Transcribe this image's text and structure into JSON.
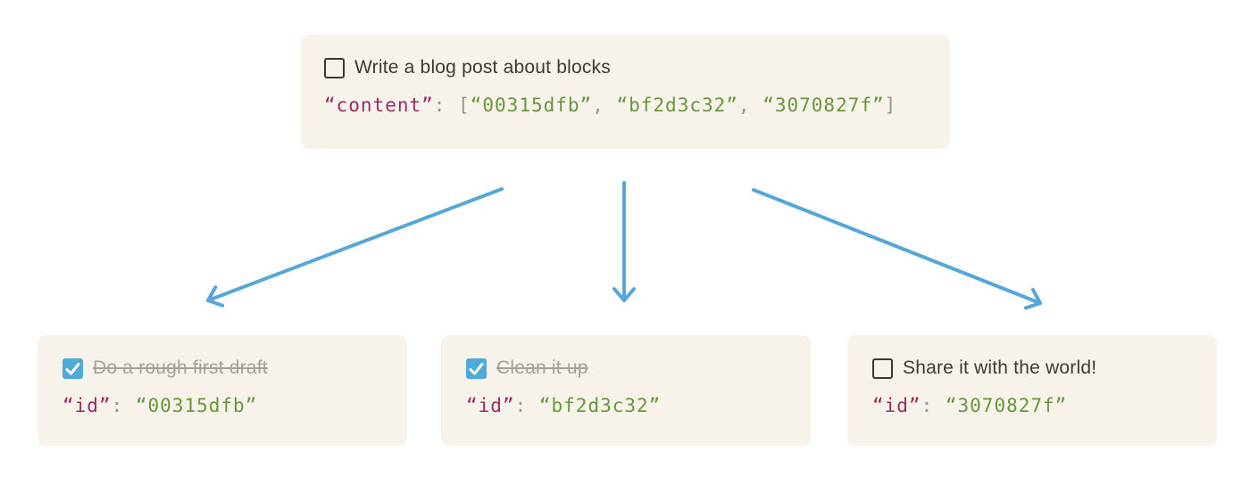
{
  "colors": {
    "page_bg": "#ffffff",
    "card_bg": "#f7f3eb",
    "text_dark": "#3c3a33",
    "text_muted_strike": "#a3a19b",
    "code_punct": "#97958f",
    "code_property": "#9c2a62",
    "code_string": "#67973a",
    "checkbox_border": "#3a3832",
    "checkbox_checked_bg": "#4fa9db",
    "arrow_blue": "#57a6da"
  },
  "parent_card": {
    "todo": {
      "label": "Write a blog post about blocks",
      "checked": false
    },
    "code": {
      "property": "“content”",
      "colon": ": ",
      "open_bracket": "[",
      "item_1": "“00315dfb”",
      "separator_1": ", ",
      "item_2": "“bf2d3c32”",
      "separator_2": ", ",
      "item_3": "“3070827f”",
      "close_bracket": "]"
    }
  },
  "child_cards": [
    {
      "todo": {
        "label": "Do a rough first draft",
        "checked": true
      },
      "code": {
        "property": "“id”",
        "colon": ": ",
        "value": "“00315dfb”"
      }
    },
    {
      "todo": {
        "label": "Clean it up",
        "checked": true
      },
      "code": {
        "property": "“id”",
        "colon": ": ",
        "value": "“bf2d3c32”"
      }
    },
    {
      "todo": {
        "label": "Share it with the world!",
        "checked": false
      },
      "code": {
        "property": "“id”",
        "colon": ": ",
        "value": "“3070827f”"
      }
    }
  ]
}
